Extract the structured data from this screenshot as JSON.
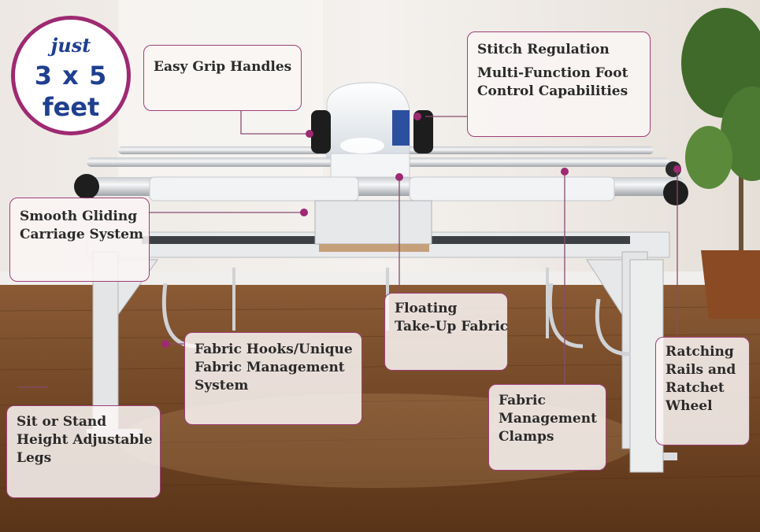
{
  "badge": {
    "line1": "just",
    "line2": "3 x 5",
    "line3": "feet"
  },
  "callouts": {
    "easy_grip": [
      "Easy Grip Handles"
    ],
    "stitch": [
      "Stitch Regulation"
    ],
    "multi_foot": [
      "Multi-Function Foot",
      "Control Capabilities"
    ],
    "smooth": [
      "Smooth Gliding",
      "Carriage System"
    ],
    "floating": [
      "Floating",
      "Take-Up Fabric"
    ],
    "hooks": [
      "Fabric Hooks/Unique",
      "Fabric Management",
      "System"
    ],
    "ratching": [
      "Ratching",
      "Rails and",
      "Ratchet",
      "Wheel"
    ],
    "sit_stand": [
      "Sit or Stand",
      "Height Adjustable",
      "Legs"
    ],
    "clamps": [
      "Fabric",
      "Management",
      "Clamps"
    ]
  },
  "colors": {
    "accent": "#9e2a72",
    "badge_text": "#1f3f8f",
    "leader": "#8a4a72"
  }
}
